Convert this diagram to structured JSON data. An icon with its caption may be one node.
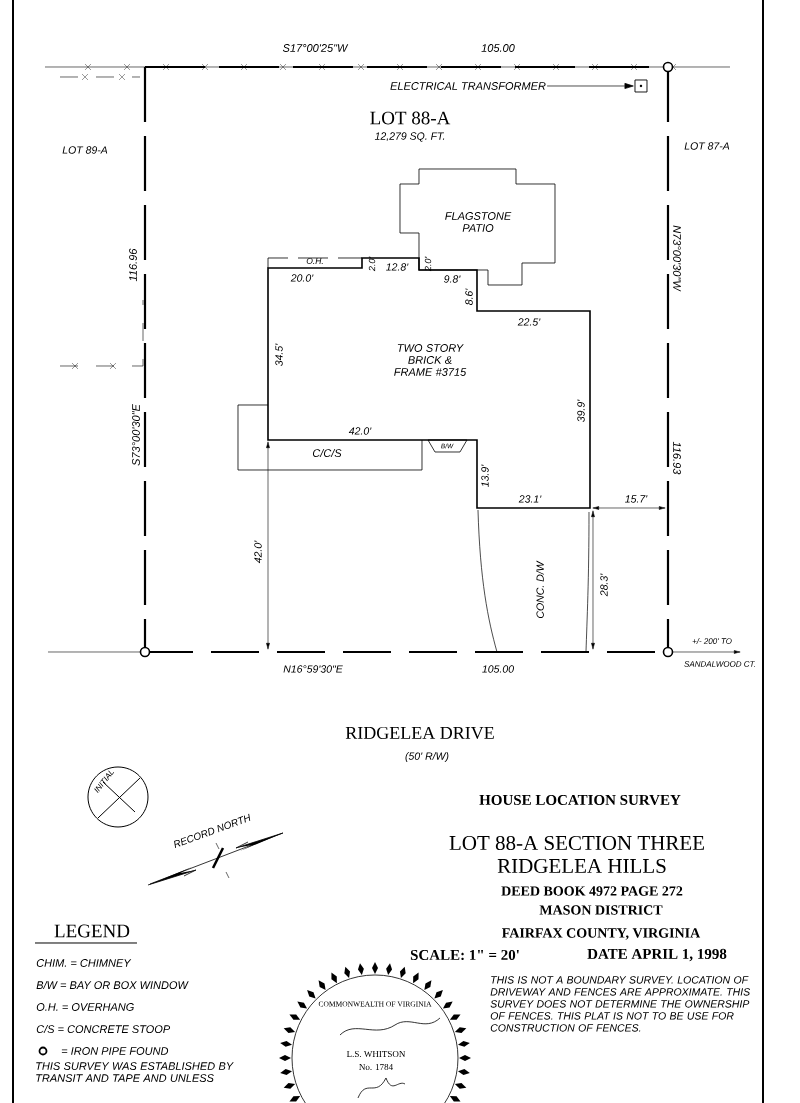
{
  "diagram": {
    "title": "HOUSE LOCATION SURVEY",
    "nodes": [
      {
        "text": [
          "TWO STORY BRICK & FRAME #3715"
        ]
      },
      {
        "text": [
          "FLAGSTONE PATIO"
        ]
      },
      {
        "text": [
          "ELECTRICAL TRANSFORMER"
        ]
      },
      {
        "text": [],
        "shape": "box"
      }
    ],
    "edges": [
      {
        "from": 2,
        "to": 3,
        "arrow": "to"
      }
    ],
    "labels": [
      "S17°00'25\"W",
      "105.00",
      "LOT 88-A",
      "12,279 SQ. FT.",
      "LOT 89-A",
      "LOT 87-A",
      "116.96",
      "N73°00'30\"W",
      "O.H.",
      "20.0'",
      "2.0'",
      "12.8'",
      "2.0'",
      "9.8'",
      "8.6'",
      "22.5'",
      "34.5'",
      "39.9'",
      "42.0'",
      "C/C/S",
      "B/W",
      "13.9'",
      "23.1'",
      "15.7'",
      "S73°00'30\"E",
      "116.93",
      "42.0'",
      "CONC. D/W",
      "28.3'",
      "+/- 200' TO",
      "SANDALWOOD CT.",
      "N16°59'30\"E",
      "105.00",
      "RIDGELEA DRIVE",
      "(50' R/W)",
      "INITIAL",
      "RECORD NORTH",
      "LOT 88-A SECTION THREE",
      "RIDGELEA HILLS",
      "DEED BOOK 4972 PAGE 272",
      "MASON DISTRICT",
      "FAIRFAX COUNTY, VIRGINIA",
      "SCALE: 1\" = 20'",
      "DATE APRIL 1, 1998",
      "LEGEND",
      "THIS SURVEY WAS ESTABLISHED BY TRANSIT AND TAPE AND UNLESS",
      "COMMONWEALTH OF VIRGINIA",
      "L.S. WHITSON",
      "No. 1784",
      "THIS IS NOT A BOUNDARY SURVEY. LOCATION OF DRIVEWAY AND FENCES ARE APPROXIMATE. THIS SURVEY DOES NOT DETERMINE THE OWNERSHIP OF FENCES. THIS PLAT IS NOT TO BE USE FOR CONSTRUCTION OF FENCES."
    ],
    "legend": [
      {
        "text": "CHIM. = CHIMNEY"
      },
      {
        "text": "B/W = BAY OR BOX WINDOW"
      },
      {
        "text": "O.H. = OVERHANG"
      },
      {
        "text": "C/S = CONCRETE STOOP"
      },
      {
        "text": "= IRON PIPE FOUND"
      }
    ]
  }
}
